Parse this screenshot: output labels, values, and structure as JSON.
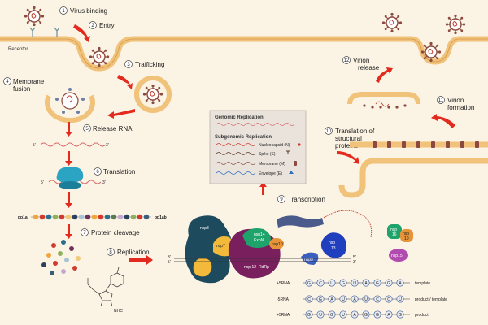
{
  "steps": [
    {
      "n": "1",
      "label": "Virus binding"
    },
    {
      "n": "2",
      "label": "Entry"
    },
    {
      "n": "3",
      "label": "Trafficking"
    },
    {
      "n": "4",
      "label": "Membrane"
    },
    {
      "n": "4b",
      "label": "fusion"
    },
    {
      "n": "5",
      "label": "Release RNA"
    },
    {
      "n": "6",
      "label": "Translation"
    },
    {
      "n": "7",
      "label": "Protein cleavage"
    },
    {
      "n": "8",
      "label": "Replication"
    },
    {
      "n": "9",
      "label": "Transcription"
    },
    {
      "n": "10",
      "label": "Translation of"
    },
    {
      "n": "10b",
      "label": "structural"
    },
    {
      "n": "10c",
      "label": "proteins"
    },
    {
      "n": "11",
      "label": "Virion"
    },
    {
      "n": "11b",
      "label": "formation"
    },
    {
      "n": "12",
      "label": "Virion"
    },
    {
      "n": "12b",
      "label": "release"
    }
  ],
  "receptor": "Receptor",
  "rna": {
    "five": "5'",
    "three": "3'",
    "pp1a": "pp1a",
    "pp1ab": "pp1ab"
  },
  "legend": {
    "genomic": "Genomic Replication",
    "subgenomic": "Subgenomic Replication",
    "nucleocapsid": "Nucleocapsid (N)",
    "spike": "Spike (S)",
    "membrane": "Membrane (M)",
    "envelope": "Envelope (E)"
  },
  "proteins": {
    "nsp8": "nsp8",
    "nsp7": "nsp7",
    "nsp14": "nsp14",
    "exon": "ExoN",
    "nsp10": "nsp10",
    "nsp12": "nsp 12- RdRp",
    "nsp13": "nsp",
    "nsp13b": "13",
    "nsp16": "nsp",
    "nsp16b": "16",
    "nsp10b": "nsp",
    "nsp10c": "10",
    "nsp15": "nsp15",
    "nsp9": "nsp9"
  },
  "drug_label": "NHC",
  "strands": [
    {
      "sense": "+5RNA",
      "seq": [
        "G",
        "C",
        "U",
        "G",
        "U",
        "A",
        "G",
        "G",
        "A"
      ],
      "role": "template"
    },
    {
      "sense": "-5RNA",
      "seq": [
        "C",
        "G",
        "A",
        "U",
        "A",
        "U",
        "C",
        "C",
        "U"
      ],
      "role": "product / template"
    },
    {
      "sense": "+5RNA",
      "seq": [
        "G",
        "U",
        "G",
        "U",
        "A",
        "G",
        "G",
        "A",
        "G"
      ],
      "role": "product"
    }
  ],
  "colors": {
    "background": "#fbf3e4",
    "membrane": "#f2c98a",
    "arrow": "#e32a1f",
    "virus": "#8b4a3f"
  }
}
